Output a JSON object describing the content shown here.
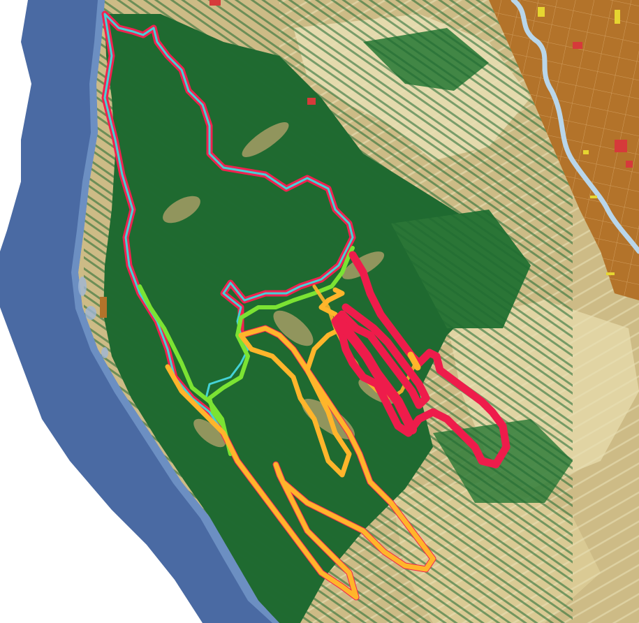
{
  "map": {
    "colors": {
      "background": "#ffffff",
      "ocean": "#4a6aa3",
      "coastal_water": "#6c8fc2",
      "shallows": "#9fb7d6",
      "forest": "#1f6a30",
      "forest_light": "#2f7c3a",
      "grassland": "#cdbb86",
      "grassland_dark": "#b8a56d",
      "shrub_pale": "#e8dfb4",
      "agriculture": "#b3732a",
      "river": "#b9d6ea",
      "urban": "#d63a3a",
      "crop_yellow": "#e6d531"
    },
    "layers": [
      {
        "id": "red-perimeter",
        "color": "#f2214f",
        "label": ""
      },
      {
        "id": "cyan-perimeter",
        "color": "#44d2d6",
        "label": ""
      },
      {
        "id": "green-perimeter",
        "color": "#7be333",
        "label": ""
      },
      {
        "id": "orange-perimeter",
        "color": "#ffb52b",
        "label": ""
      },
      {
        "id": "crimson-perimeter",
        "color": "#ee1c4b",
        "label": ""
      }
    ]
  }
}
